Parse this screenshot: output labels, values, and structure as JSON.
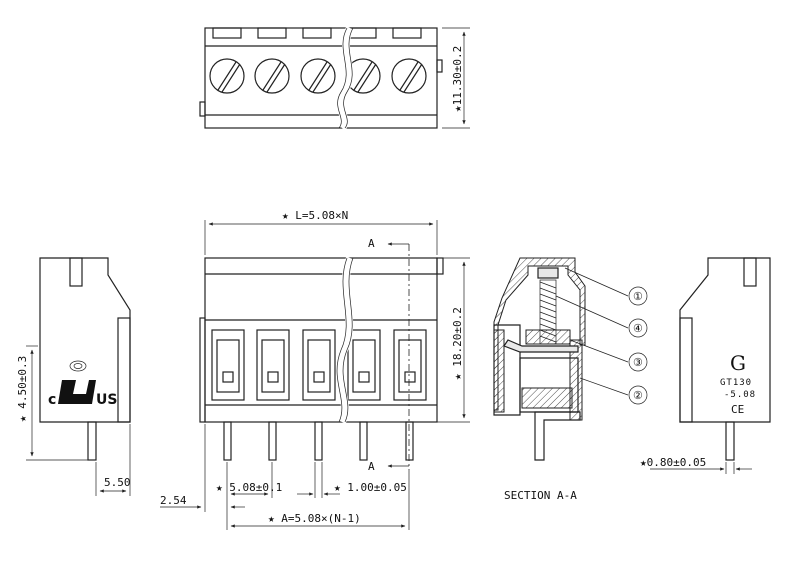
{
  "top_view": {
    "height_dim": "★11.30±0.2"
  },
  "front_view": {
    "length_dim": "★ L=5.08×N",
    "height_dim": "★ 18.20±0.2",
    "section_marker": "A",
    "pitch_dim": "★ 5.08±0.1",
    "pin_width_dim": "★ 1.00±0.05",
    "span_dim": "★ A=5.08×(N-1)",
    "offset_dim": "2.54"
  },
  "side_view": {
    "pin_height_dim": "★ 4.50±0.3",
    "pin_offset_dim": "5.50",
    "ul_mark": {
      "c": "c",
      "us": "US"
    }
  },
  "section_view": {
    "title": "SECTION A-A",
    "callouts": [
      "①",
      "④",
      "③",
      "②"
    ]
  },
  "label_view": {
    "logo": "G",
    "model": "GT130",
    "pitch": "-5.08",
    "ce": "CE",
    "pin_thickness_dim": "★0.80±0.05"
  }
}
